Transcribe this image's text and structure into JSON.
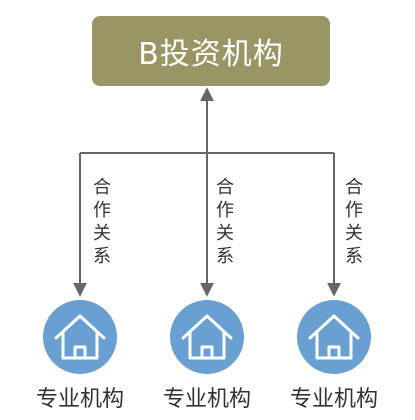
{
  "top_node": {
    "label": "B投资机构"
  },
  "relation_label": [
    "合",
    "作",
    "关",
    "系"
  ],
  "nodes": [
    {
      "label": "专业机构"
    },
    {
      "label": "专业机构"
    },
    {
      "label": "专业机构"
    }
  ],
  "colors": {
    "top_box": "#9a9565",
    "line": "#666666",
    "circle": "#6a9fd2",
    "icon": "#ffffff",
    "text": "#333333"
  },
  "icons": {
    "node_icon": "house-icon"
  }
}
